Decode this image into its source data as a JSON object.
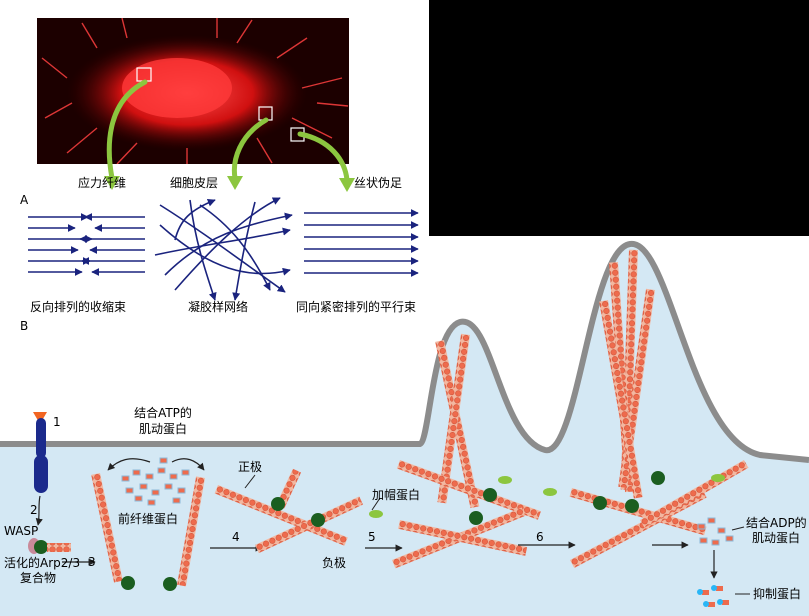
{
  "panel_a": {
    "letter": "A",
    "label_stress_fiber": "应力纤维",
    "label_cortex": "细胞皮层",
    "label_filopodia": "丝状伪足",
    "label_contractile": "反向排列的收缩束",
    "label_gel": "凝胶样网络",
    "label_parallel": "同向紧密排列的平行束"
  },
  "panel_b": {
    "letter": "B",
    "step1": "1",
    "step2": "2",
    "step3": "3",
    "step4": "4",
    "step5": "5",
    "step6": "6",
    "wasp": "WASP",
    "arp_line1": "活化的Arp2/3",
    "arp_line2": "复合物",
    "atp_line1": "结合ATP的",
    "atp_line2": "肌动蛋白",
    "profilin": "前纤维蛋白",
    "plus_end": "正极",
    "minus_end": "负极",
    "capping": "加帽蛋白",
    "adp_line1": "结合ADP的",
    "adp_line2": "肌动蛋白",
    "inhibitor": "抑制蛋白"
  },
  "colors": {
    "actin": "#f08060",
    "cytoplasm": "#d4e8f4",
    "membrane": "#8c8c8c",
    "arrow_green": "#8cc63f",
    "filament_blue": "#1a237e",
    "arp_green": "#1b5e20"
  }
}
